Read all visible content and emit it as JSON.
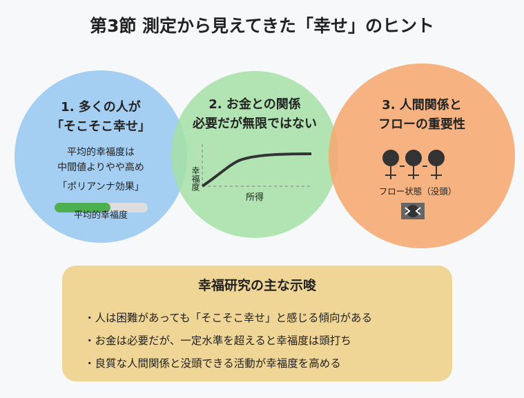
{
  "title": "第3節 測定から見えてきた「幸せ」のヒント",
  "circles": [
    {
      "title_1": "1. 多くの人が",
      "title_2": "「そこそこ幸せ」",
      "text_1": "平均的幸福度は",
      "text_2": "中間値よりやや高め",
      "text_3": "「ポリアンナ効果」",
      "bar_label": "平均的幸福度",
      "bar_value": 0.6,
      "color": "#96c8f0"
    },
    {
      "title_1": "2. お金との関係",
      "title_2": "必要だが無限ではない",
      "ylabel": "幸福度",
      "xlabel": "所得",
      "color": "#a5e1a5"
    },
    {
      "title_1": "3. 人間関係と",
      "title_2": "フローの重要性",
      "caption": "フロー状態（没頭）",
      "color": "#f5aa73"
    }
  ],
  "summary": {
    "title": "幸福研究の主な示唆",
    "items": [
      "・人は困難があっても「そこそこ幸せ」と感じる傾向がある",
      "・お金は必要だが、一定水準を超えると幸福度は頭打ち",
      "・良質な人間関係と没頭できる活動が幸福度を高める"
    ]
  }
}
